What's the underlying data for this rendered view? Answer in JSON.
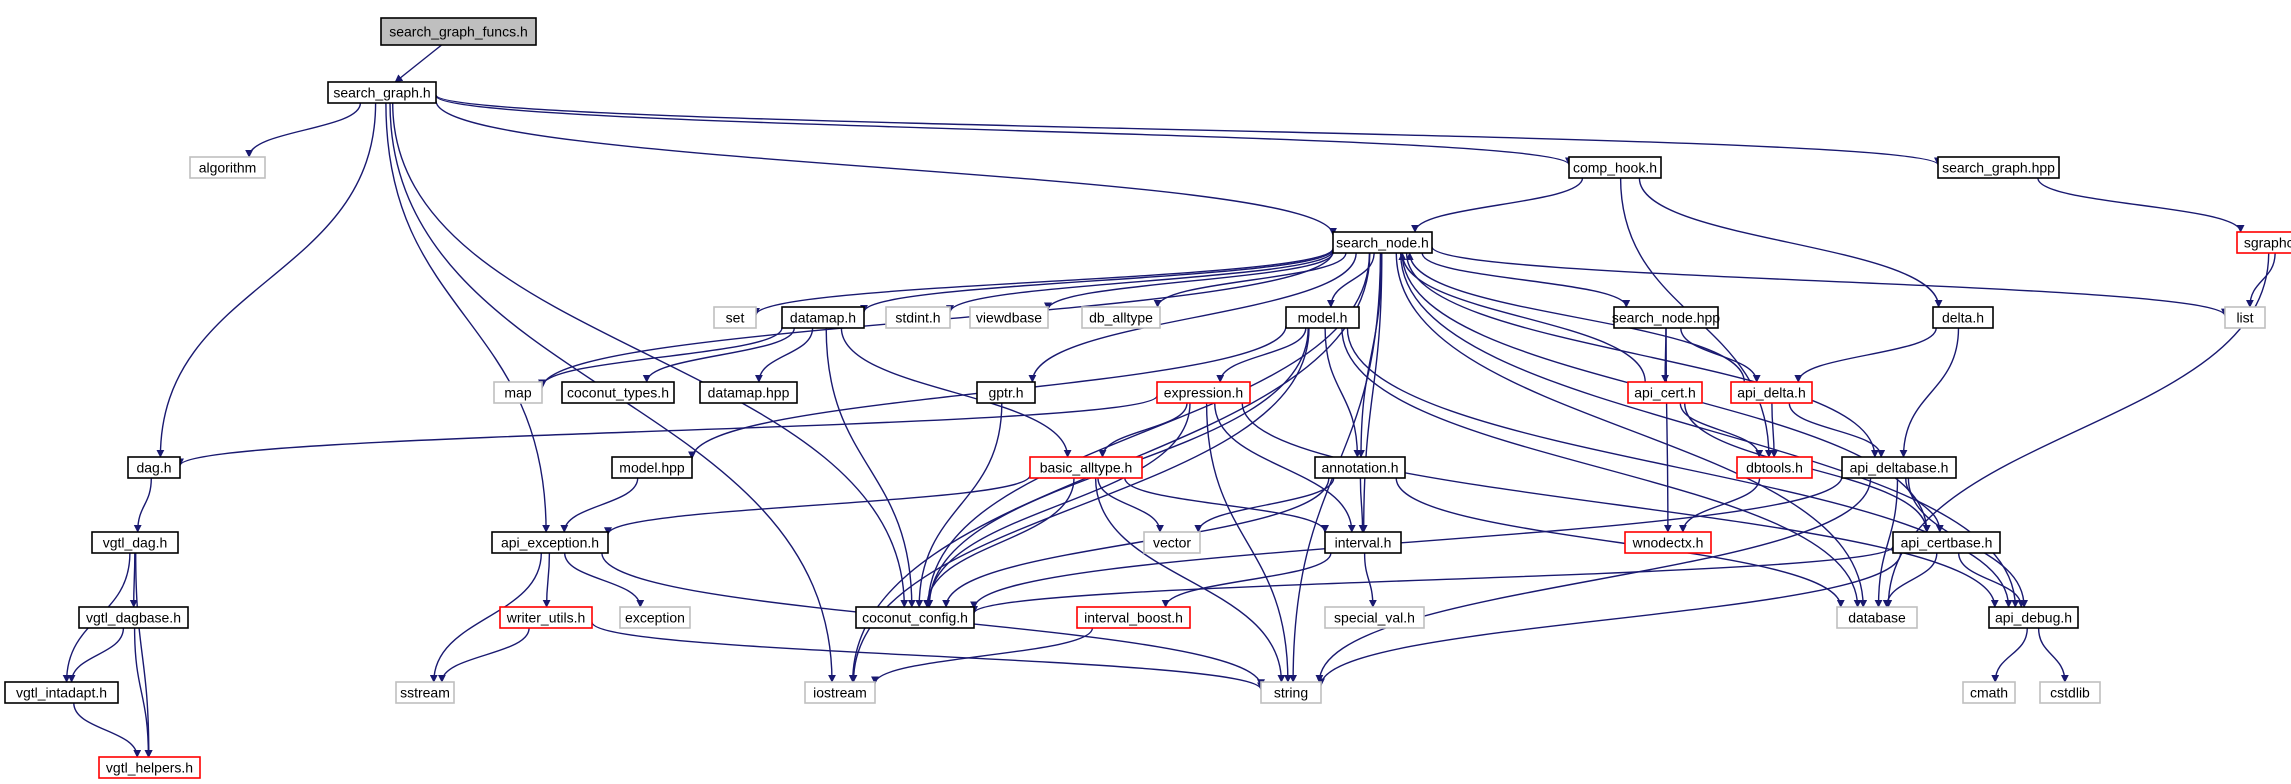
{
  "title": "search_graph_funcs.h",
  "colors": {
    "edge": "#191970",
    "normal": "#000000",
    "missing": "#bfbfbf",
    "truncated": "#ff0000",
    "root_fill": "#bfbfbf"
  },
  "nodes": [
    {
      "id": "search_graph_funcs_h",
      "label": "search_graph_funcs.h",
      "style": "root"
    },
    {
      "id": "search_graph_h",
      "label": "search_graph.h",
      "style": "normal"
    },
    {
      "id": "algorithm",
      "label": "algorithm",
      "style": "missing"
    },
    {
      "id": "dag_h",
      "label": "dag.h",
      "style": "normal"
    },
    {
      "id": "comp_hook_h",
      "label": "comp_hook.h",
      "style": "normal"
    },
    {
      "id": "search_graph_hpp",
      "label": "search_graph.hpp",
      "style": "normal"
    },
    {
      "id": "sgraphctx_h",
      "label": "sgraphctx.h",
      "style": "truncated"
    },
    {
      "id": "search_node_h",
      "label": "search_node.h",
      "style": "normal"
    },
    {
      "id": "set",
      "label": "set",
      "style": "missing"
    },
    {
      "id": "datamap_h",
      "label": "datamap.h",
      "style": "normal"
    },
    {
      "id": "stdint_h",
      "label": "stdint.h",
      "style": "missing"
    },
    {
      "id": "viewdbase",
      "label": "viewdbase",
      "style": "missing"
    },
    {
      "id": "db_alltype",
      "label": "db_alltype",
      "style": "missing"
    },
    {
      "id": "model_h",
      "label": "model.h",
      "style": "normal"
    },
    {
      "id": "search_node_hpp",
      "label": "search_node.hpp",
      "style": "normal"
    },
    {
      "id": "delta_h",
      "label": "delta.h",
      "style": "normal"
    },
    {
      "id": "list",
      "label": "list",
      "style": "missing"
    },
    {
      "id": "map",
      "label": "map",
      "style": "missing"
    },
    {
      "id": "coconut_types_h",
      "label": "coconut_types.h",
      "style": "normal"
    },
    {
      "id": "datamap_hpp",
      "label": "datamap.hpp",
      "style": "normal"
    },
    {
      "id": "gptr_h",
      "label": "gptr.h",
      "style": "normal"
    },
    {
      "id": "expression_h",
      "label": "expression.h",
      "style": "truncated"
    },
    {
      "id": "api_cert_h",
      "label": "api_cert.h",
      "style": "truncated"
    },
    {
      "id": "api_delta_h",
      "label": "api_delta.h",
      "style": "truncated"
    },
    {
      "id": "model_hpp",
      "label": "model.hpp",
      "style": "normal"
    },
    {
      "id": "basic_alltype_h",
      "label": "basic_alltype.h",
      "style": "truncated"
    },
    {
      "id": "annotation_h",
      "label": "annotation.h",
      "style": "normal"
    },
    {
      "id": "dbtools_h",
      "label": "dbtools.h",
      "style": "truncated"
    },
    {
      "id": "api_deltabase_h",
      "label": "api_deltabase.h",
      "style": "normal"
    },
    {
      "id": "vgtl_dag_h",
      "label": "vgtl_dag.h",
      "style": "normal"
    },
    {
      "id": "api_exception_h",
      "label": "api_exception.h",
      "style": "normal"
    },
    {
      "id": "vector",
      "label": "vector",
      "style": "missing"
    },
    {
      "id": "interval_h",
      "label": "interval.h",
      "style": "normal"
    },
    {
      "id": "wnodectx_h",
      "label": "wnodectx.h",
      "style": "truncated"
    },
    {
      "id": "api_certbase_h",
      "label": "api_certbase.h",
      "style": "normal"
    },
    {
      "id": "vgtl_dagbase_h",
      "label": "vgtl_dagbase.h",
      "style": "normal"
    },
    {
      "id": "writer_utils_h",
      "label": "writer_utils.h",
      "style": "truncated"
    },
    {
      "id": "exception",
      "label": "exception",
      "style": "missing"
    },
    {
      "id": "coconut_config_h",
      "label": "coconut_config.h",
      "style": "normal"
    },
    {
      "id": "interval_boost_h",
      "label": "interval_boost.h",
      "style": "truncated"
    },
    {
      "id": "special_val_h",
      "label": "special_val.h",
      "style": "missing"
    },
    {
      "id": "database",
      "label": "database",
      "style": "missing"
    },
    {
      "id": "api_debug_h",
      "label": "api_debug.h",
      "style": "normal"
    },
    {
      "id": "vgtl_intadapt_h",
      "label": "vgtl_intadapt.h",
      "style": "normal"
    },
    {
      "id": "sstream",
      "label": "sstream",
      "style": "missing"
    },
    {
      "id": "iostream",
      "label": "iostream",
      "style": "missing"
    },
    {
      "id": "string",
      "label": "string",
      "style": "missing"
    },
    {
      "id": "cmath",
      "label": "cmath",
      "style": "missing"
    },
    {
      "id": "cstdlib",
      "label": "cstdlib",
      "style": "missing"
    },
    {
      "id": "vgtl_helpers_h",
      "label": "vgtl_helpers.h",
      "style": "truncated"
    }
  ],
  "edges": [
    [
      "search_graph_funcs_h",
      "search_graph_h"
    ],
    [
      "search_graph_h",
      "algorithm"
    ],
    [
      "search_graph_h",
      "dag_h"
    ],
    [
      "search_graph_h",
      "comp_hook_h"
    ],
    [
      "search_graph_h",
      "search_graph_hpp"
    ],
    [
      "search_graph_h",
      "search_node_h"
    ],
    [
      "search_graph_h",
      "api_exception_h"
    ],
    [
      "search_graph_h",
      "coconut_config_h"
    ],
    [
      "search_graph_h",
      "iostream"
    ],
    [
      "comp_hook_h",
      "search_node_h"
    ],
    [
      "comp_hook_h",
      "delta_h"
    ],
    [
      "comp_hook_h",
      "dbtools_h"
    ],
    [
      "search_graph_hpp",
      "sgraphctx_h"
    ],
    [
      "sgraphctx_h",
      "list"
    ],
    [
      "sgraphctx_h",
      "database"
    ],
    [
      "search_node_h",
      "set"
    ],
    [
      "search_node_h",
      "datamap_h"
    ],
    [
      "search_node_h",
      "stdint_h"
    ],
    [
      "search_node_h",
      "viewdbase"
    ],
    [
      "search_node_h",
      "db_alltype"
    ],
    [
      "search_node_h",
      "model_h"
    ],
    [
      "search_node_h",
      "search_node_hpp"
    ],
    [
      "search_node_h",
      "list"
    ],
    [
      "search_node_h",
      "map"
    ],
    [
      "search_node_h",
      "gptr_h"
    ],
    [
      "search_node_h",
      "annotation_h"
    ],
    [
      "search_node_h",
      "interval_h"
    ],
    [
      "search_node_h",
      "api_deltabase_h"
    ],
    [
      "search_node_h",
      "api_certbase_h"
    ],
    [
      "search_node_h",
      "database"
    ],
    [
      "search_node_h",
      "api_debug_h"
    ],
    [
      "search_node_h",
      "string"
    ],
    [
      "search_node_h",
      "iostream"
    ],
    [
      "search_node_h",
      "coconut_config_h"
    ],
    [
      "datamap_h",
      "map"
    ],
    [
      "datamap_h",
      "coconut_types_h"
    ],
    [
      "datamap_h",
      "datamap_hpp"
    ],
    [
      "datamap_h",
      "basic_alltype_h"
    ],
    [
      "datamap_h",
      "coconut_config_h"
    ],
    [
      "model_h",
      "expression_h"
    ],
    [
      "model_h",
      "model_hpp"
    ],
    [
      "model_h",
      "annotation_h"
    ],
    [
      "model_h",
      "coconut_config_h"
    ],
    [
      "model_h",
      "iostream"
    ],
    [
      "model_h",
      "database"
    ],
    [
      "model_h",
      "api_debug_h"
    ],
    [
      "search_node_hpp",
      "api_cert_h"
    ],
    [
      "search_node_hpp",
      "api_delta_h"
    ],
    [
      "search_node_hpp",
      "wnodectx_h"
    ],
    [
      "delta_h",
      "api_delta_h"
    ],
    [
      "delta_h",
      "api_deltabase_h"
    ],
    [
      "gptr_h",
      "coconut_config_h"
    ],
    [
      "expression_h",
      "dag_h"
    ],
    [
      "expression_h",
      "basic_alltype_h"
    ],
    [
      "expression_h",
      "coconut_config_h"
    ],
    [
      "expression_h",
      "interval_h"
    ],
    [
      "expression_h",
      "string"
    ],
    [
      "expression_h",
      "api_debug_h"
    ],
    [
      "api_cert_h",
      "search_node_h"
    ],
    [
      "api_cert_h",
      "dbtools_h"
    ],
    [
      "api_cert_h",
      "api_certbase_h"
    ],
    [
      "api_delta_h",
      "search_node_h"
    ],
    [
      "api_delta_h",
      "dbtools_h"
    ],
    [
      "api_delta_h",
      "api_deltabase_h"
    ],
    [
      "model_hpp",
      "api_exception_h"
    ],
    [
      "basic_alltype_h",
      "api_exception_h"
    ],
    [
      "basic_alltype_h",
      "vector"
    ],
    [
      "basic_alltype_h",
      "interval_h"
    ],
    [
      "basic_alltype_h",
      "coconut_config_h"
    ],
    [
      "basic_alltype_h",
      "string"
    ],
    [
      "annotation_h",
      "vector"
    ],
    [
      "annotation_h",
      "interval_h"
    ],
    [
      "annotation_h",
      "coconut_config_h"
    ],
    [
      "annotation_h",
      "database"
    ],
    [
      "dbtools_h",
      "wnodectx_h"
    ],
    [
      "api_deltabase_h",
      "api_certbase_h"
    ],
    [
      "api_deltabase_h",
      "database"
    ],
    [
      "api_deltabase_h",
      "api_debug_h"
    ],
    [
      "api_deltabase_h",
      "coconut_config_h"
    ],
    [
      "api_deltabase_h",
      "string"
    ],
    [
      "dag_h",
      "vgtl_dag_h"
    ],
    [
      "vgtl_dag_h",
      "vgtl_dagbase_h"
    ],
    [
      "vgtl_dag_h",
      "vgtl_intadapt_h"
    ],
    [
      "vgtl_dag_h",
      "vgtl_helpers_h"
    ],
    [
      "api_exception_h",
      "writer_utils_h"
    ],
    [
      "api_exception_h",
      "exception"
    ],
    [
      "api_exception_h",
      "sstream"
    ],
    [
      "api_exception_h",
      "string"
    ],
    [
      "interval_h",
      "interval_boost_h"
    ],
    [
      "interval_h",
      "special_val_h"
    ],
    [
      "api_certbase_h",
      "coconut_config_h"
    ],
    [
      "api_certbase_h",
      "database"
    ],
    [
      "api_certbase_h",
      "api_debug_h"
    ],
    [
      "api_certbase_h",
      "string"
    ],
    [
      "vgtl_dagbase_h",
      "vgtl_intadapt_h"
    ],
    [
      "vgtl_dagbase_h",
      "vgtl_helpers_h"
    ],
    [
      "writer_utils_h",
      "sstream"
    ],
    [
      "writer_utils_h",
      "string"
    ],
    [
      "interval_boost_h",
      "iostream"
    ],
    [
      "api_debug_h",
      "cmath"
    ],
    [
      "api_debug_h",
      "cstdlib"
    ],
    [
      "vgtl_intadapt_h",
      "vgtl_helpers_h"
    ]
  ]
}
